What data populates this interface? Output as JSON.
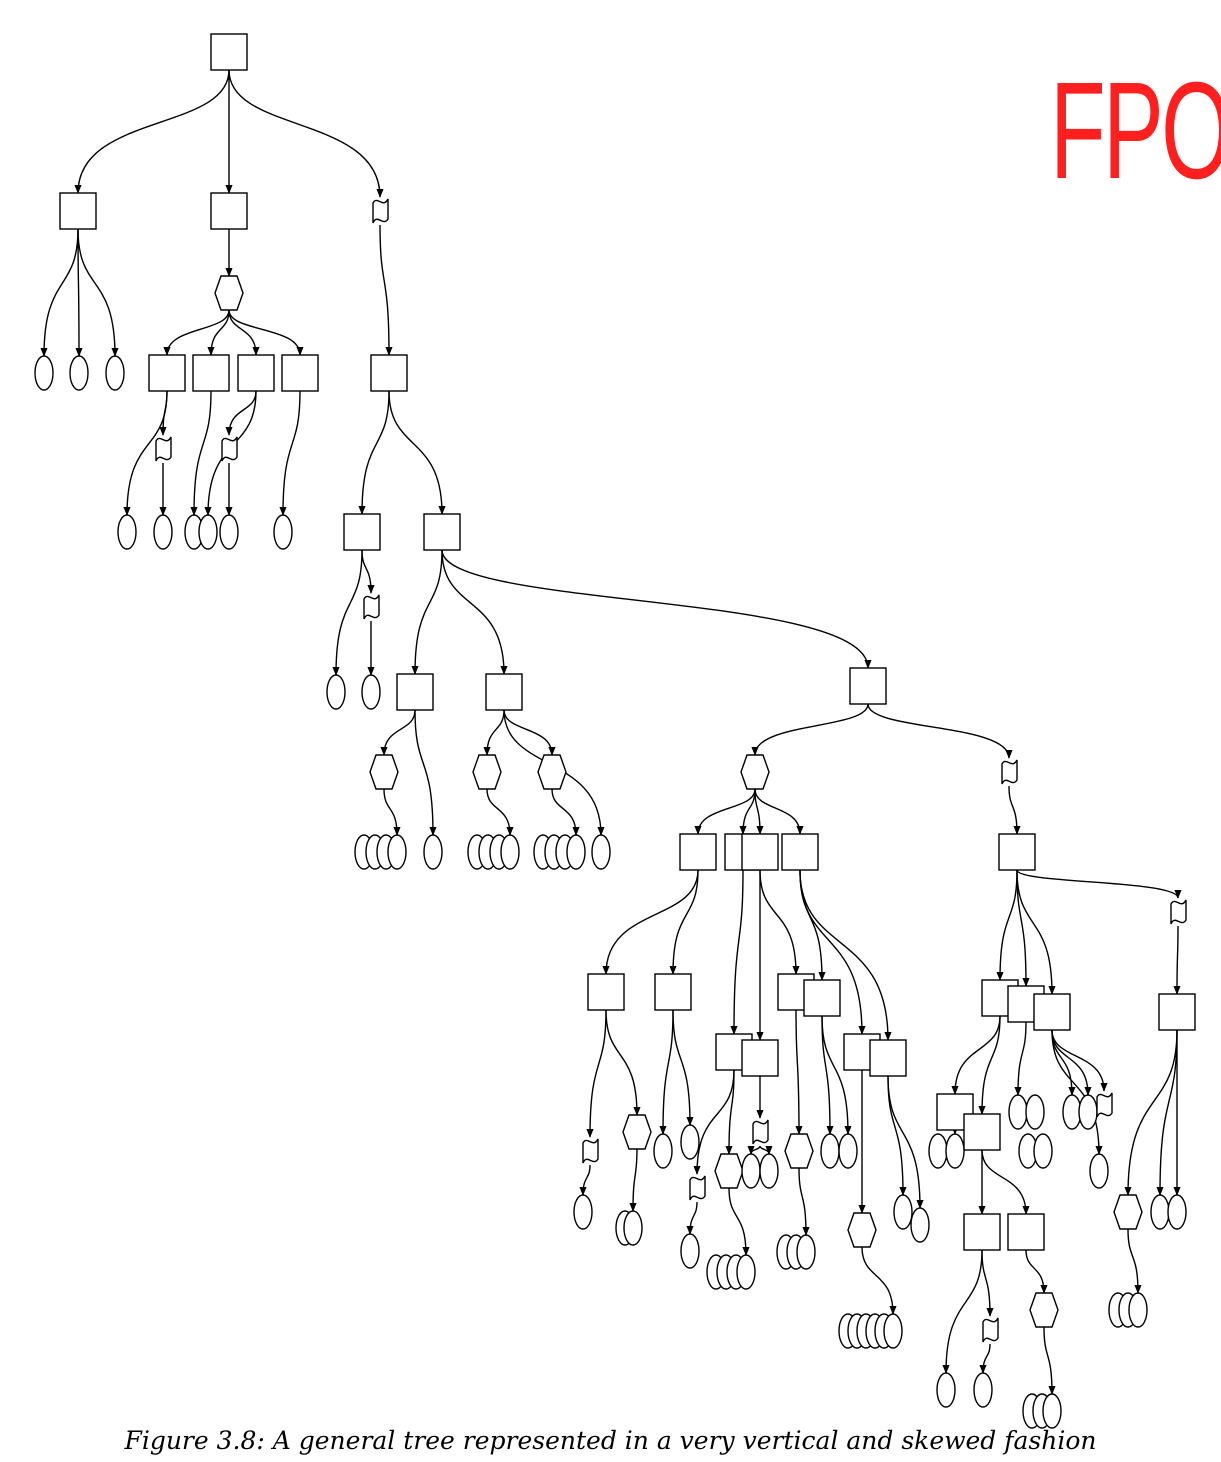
{
  "watermark": "FPO",
  "caption": "Figure 3.8: A general tree represented in a very vertical and skewed fashion",
  "diagram": {
    "node_shapes": [
      "rect",
      "hexagon",
      "ellipse",
      "wavy-flag"
    ],
    "stroke_color": "#000000",
    "fill_color": "#ffffff",
    "watermark_color": "#ff1f1f"
  }
}
